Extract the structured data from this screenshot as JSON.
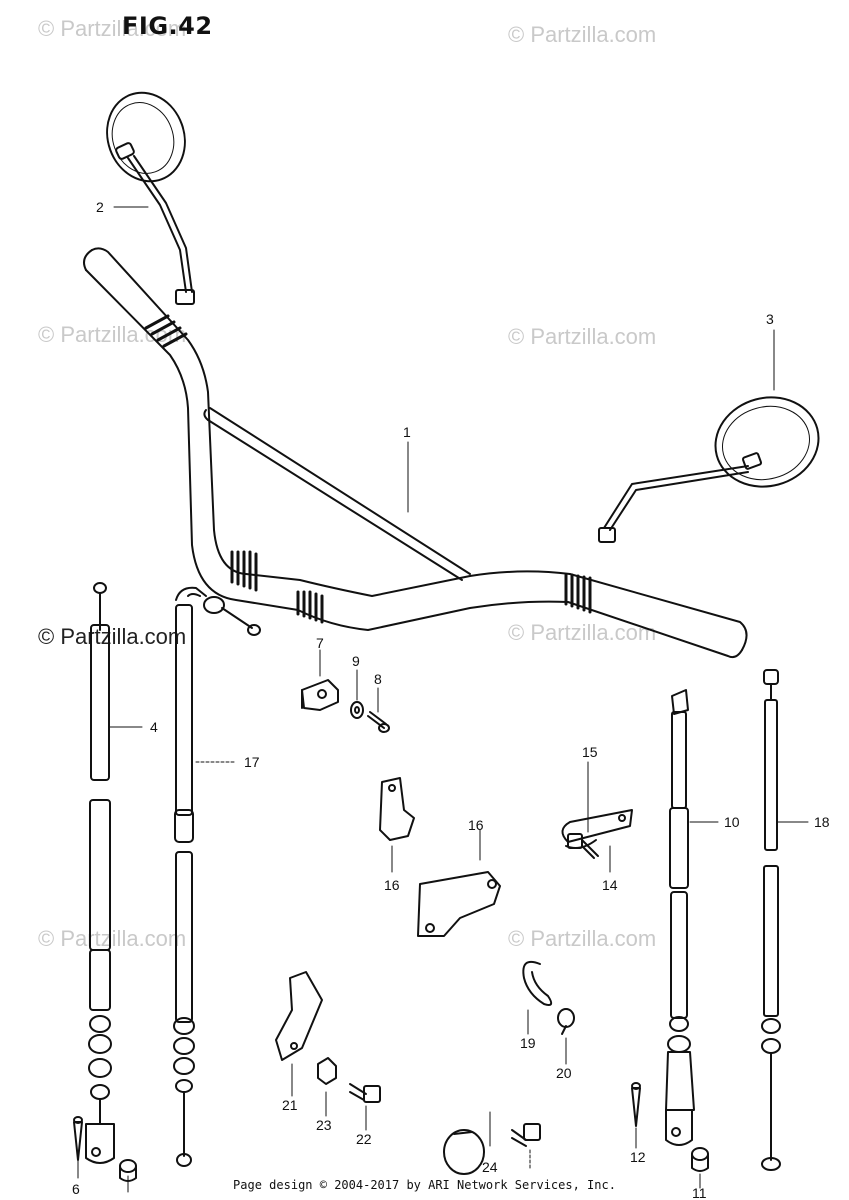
{
  "figure": {
    "title": "FIG.42"
  },
  "watermarks": [
    {
      "id": "wm-1",
      "text": "© Partzilla.com"
    },
    {
      "id": "wm-2",
      "text": "© Partzilla.com"
    },
    {
      "id": "wm-3",
      "text": "© Partzilla.com"
    },
    {
      "id": "wm-4",
      "text": "© Partzilla.com"
    },
    {
      "id": "wm-5",
      "text": "© Partzilla.com"
    },
    {
      "id": "wm-6",
      "text": "© Partzilla.com"
    },
    {
      "id": "wm-7",
      "text": "© Partzilla.com"
    },
    {
      "id": "wm-8",
      "text": "© Partzilla.com"
    }
  ],
  "callouts": [
    "1",
    "2",
    "3",
    "4",
    "6",
    "7",
    "8",
    "9",
    "10",
    "11",
    "12",
    "14",
    "15",
    "16",
    "17",
    "18",
    "19",
    "20",
    "21",
    "22",
    "23",
    "24"
  ],
  "footer": {
    "text": "Page design © 2004-2017 by ARI Network Services, Inc."
  }
}
